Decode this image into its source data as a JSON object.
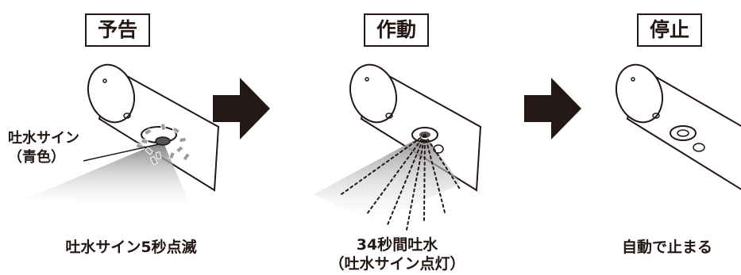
{
  "steps": [
    {
      "title": "予告",
      "caption_line1": "吐水サイン5秒点滅",
      "caption_line2": ""
    },
    {
      "title": "作動",
      "caption_line1": "34秒間吐水",
      "caption_line2": "（吐水サイン点灯）"
    },
    {
      "title": "停止",
      "caption_line1": "自動で止まる",
      "caption_line2": ""
    }
  ],
  "callout": {
    "line1": "吐水サイン",
    "line2": "（青色）"
  },
  "colors": {
    "ink": "#231815",
    "arrow": "#231815",
    "signal": "#555555"
  }
}
